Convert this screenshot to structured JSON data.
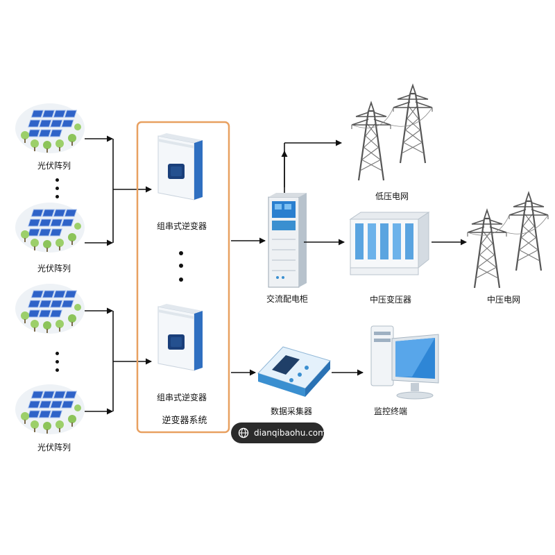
{
  "labels": {
    "pv_array": "光伏阵列",
    "string_inverter": "组串式逆变器",
    "inverter_system": "逆变器系统",
    "ac_cabinet": "交流配电柜",
    "low_voltage_grid": "低压电网",
    "mv_transformer": "中压变压器",
    "mv_grid": "中压电网",
    "data_collector": "数据采集器",
    "monitor_terminal": "监控终端"
  },
  "watermark": {
    "text": "dianqibaohu.com",
    "icon": "globe-icon"
  },
  "colors": {
    "system_border": "#e8a060",
    "panel_blue": "#2f63c8",
    "tree_green": "#9ccf6a",
    "cloud_bg": "#eef2f6",
    "device_blue": "#3a8fd0",
    "line": "#111111"
  }
}
